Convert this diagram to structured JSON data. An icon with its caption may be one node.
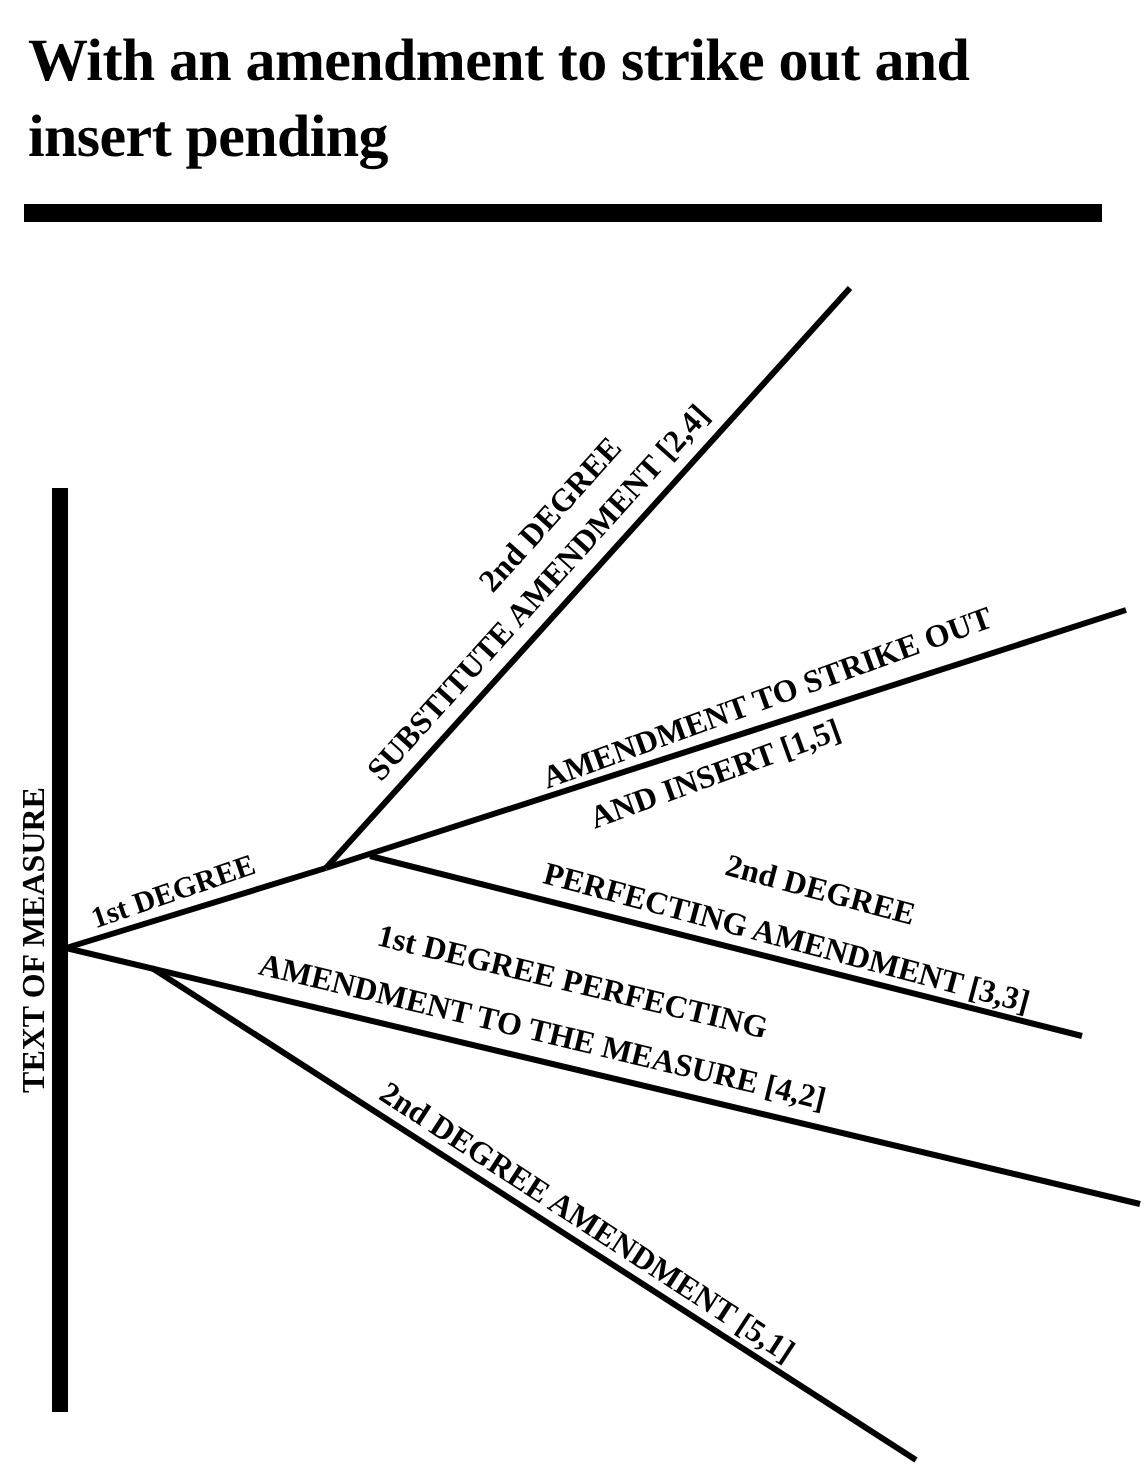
{
  "diagram": {
    "title": "With an amendment to strike out and insert pending",
    "labels": [
      "TEXT OF MEASURE",
      "1st DEGREE",
      "2nd DEGREE",
      "SUBSTITUTE AMENDMENT [2,4]",
      "AMENDMENT TO STRIKE OUT",
      "AND INSERT [1,5]",
      "2nd DEGREE",
      "PERFECTING AMENDMENT [3,3]",
      "1st DEGREE PERFECTING",
      "AMENDMENT TO THE MEASURE [4,2]",
      "2nd DEGREE AMENDMENT [5,1]"
    ]
  }
}
